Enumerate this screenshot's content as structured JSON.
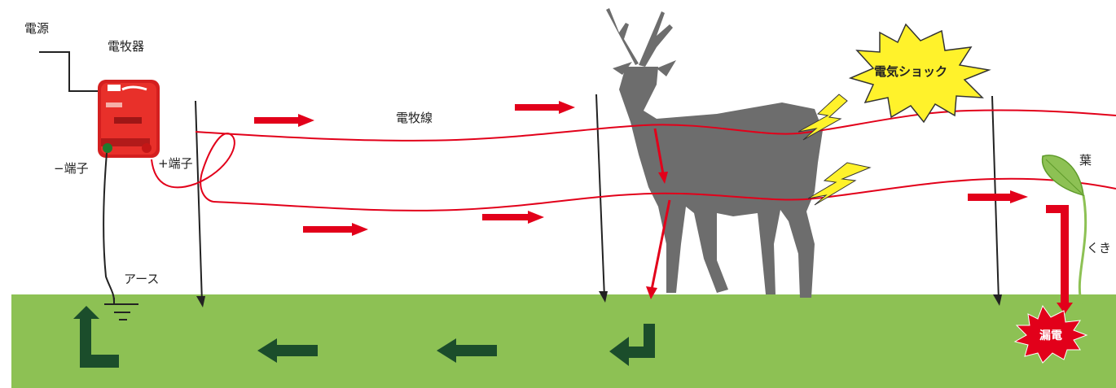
{
  "labels": {
    "power_source": "電源",
    "energizer": "電牧器",
    "fence_wire": "電牧線",
    "minus_terminal": "−端子",
    "plus_terminal": "+端子",
    "earth": "アース",
    "shock": "電気ショック",
    "leaf": "葉",
    "stem": "くき",
    "leakage": "漏電"
  },
  "colors": {
    "ground": "#8dc154",
    "wire": "#e2001a",
    "arrow_current": "#e2001a",
    "arrow_return": "#1b4d2b",
    "deer": "#6d6d6d",
    "shock_burst": "#fff22b",
    "leak_burst": "#e2001a",
    "leaf": "#8dc154"
  },
  "icons": {
    "energizer": "energizer-device-icon",
    "deer": "deer-silhouette-icon",
    "lightning": "lightning-bolt-icon",
    "ground_symbol": "earth-ground-icon",
    "leaf": "leaf-icon"
  }
}
